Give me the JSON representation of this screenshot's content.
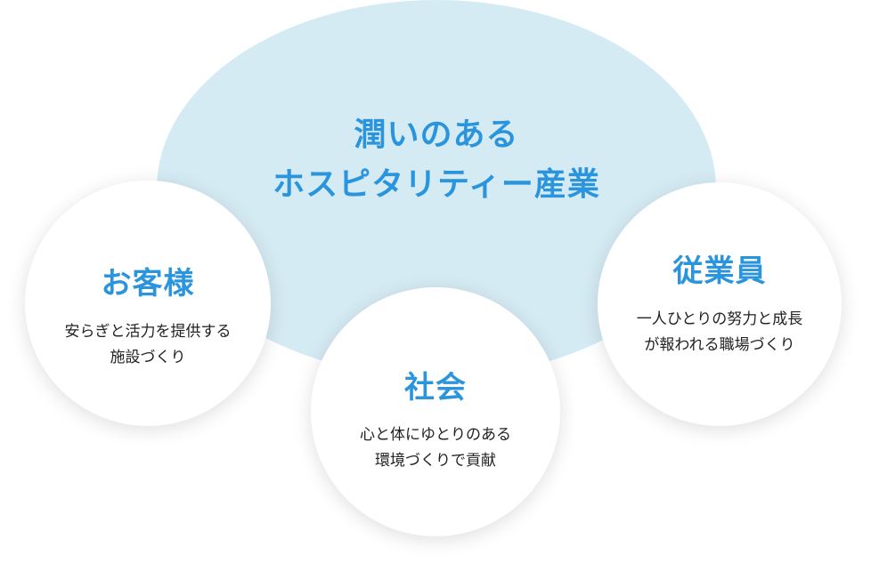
{
  "main": {
    "title_line1": "潤いのある",
    "title_line2": "ホスピタリティー産業"
  },
  "circles": [
    {
      "title": "お客様",
      "desc_line1": "安らぎと活力を提供する",
      "desc_line2": "施設づくり"
    },
    {
      "title": "社会",
      "desc_line1": "心と体にゆとりのある",
      "desc_line2": "環境づくりで貢献"
    },
    {
      "title": "従業員",
      "desc_line1": "一人ひとりの努力と成長",
      "desc_line2": "が報われる職場づくり"
    }
  ],
  "colors": {
    "accent": "#2a95dd",
    "ellipse": "#d5ebf4",
    "text": "#222222"
  }
}
